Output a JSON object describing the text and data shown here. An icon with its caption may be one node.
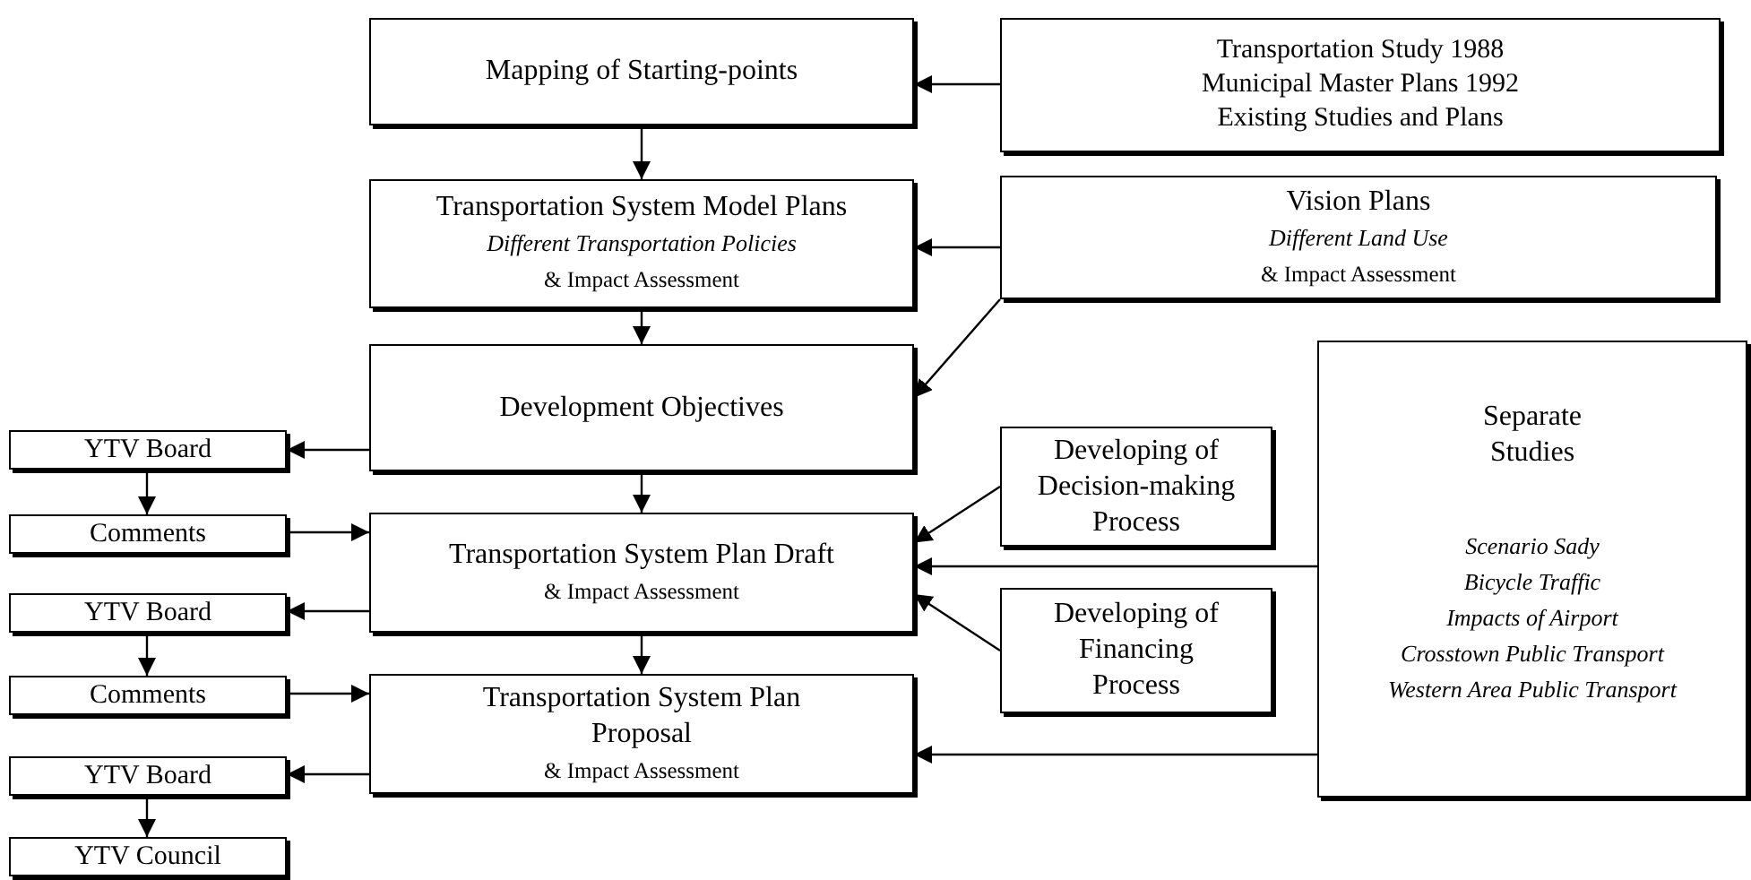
{
  "diagram": {
    "nodes": [
      {
        "text": [
          "Mapping of Starting-points"
        ]
      },
      {
        "text": [
          "Transportation Study 1988",
          "Municipal Master Plans 1992",
          "Existing Studies and Plans"
        ]
      },
      {
        "text": [
          "Transportation System Model Plans",
          "Different Transportation Policies",
          "& Impact Assessment"
        ]
      },
      {
        "text": [
          "Vision Plans",
          "Different Land Use",
          "& Impact Assessment"
        ]
      },
      {
        "text": [
          "Development Objectives"
        ]
      },
      {
        "text": [
          "Separate Studies",
          "Scenario Sady",
          "Bicycle Traffic",
          "Impacts of Airport",
          "Crosstown Public Transport",
          "Western Area Public Transport"
        ]
      },
      {
        "text": [
          "YTV Board"
        ]
      },
      {
        "text": [
          "Comments"
        ]
      },
      {
        "text": [
          "Transportation System Plan Draft",
          "& Impact Assessment"
        ]
      },
      {
        "text": [
          "Developing of Decision-making Process"
        ]
      },
      {
        "text": [
          "YTV Board"
        ]
      },
      {
        "text": [
          "Comments"
        ]
      },
      {
        "text": [
          "Transportation System Plan Proposal",
          "& Impact Assessment"
        ]
      },
      {
        "text": [
          "Developing of Financing Process"
        ]
      },
      {
        "text": [
          "YTV Board"
        ]
      },
      {
        "text": [
          "YTV Council"
        ]
      }
    ],
    "edges": [
      {
        "from": 1,
        "to": 0,
        "arrow": "to"
      },
      {
        "from": 0,
        "to": 2,
        "arrow": "to"
      },
      {
        "from": 3,
        "to": 2,
        "arrow": "to"
      },
      {
        "from": 2,
        "to": 4,
        "arrow": "to"
      },
      {
        "from": 3,
        "to": 4,
        "arrow": "to"
      },
      {
        "from": 4,
        "to": 6,
        "arrow": "to"
      },
      {
        "from": 4,
        "to": 8,
        "arrow": "to"
      },
      {
        "from": 6,
        "to": 7,
        "arrow": "to"
      },
      {
        "from": 7,
        "to": 8,
        "arrow": "to"
      },
      {
        "from": 9,
        "to": 8,
        "arrow": "to"
      },
      {
        "from": 5,
        "to": 8,
        "arrow": "to"
      },
      {
        "from": 13,
        "to": 8,
        "arrow": "to"
      },
      {
        "from": 8,
        "to": 10,
        "arrow": "to"
      },
      {
        "from": 8,
        "to": 12,
        "arrow": "to"
      },
      {
        "from": 10,
        "to": 11,
        "arrow": "to"
      },
      {
        "from": 11,
        "to": 12,
        "arrow": "to"
      },
      {
        "from": 5,
        "to": 12,
        "arrow": "to"
      },
      {
        "from": 12,
        "to": 14,
        "arrow": "to"
      },
      {
        "from": 14,
        "to": 15,
        "arrow": "to"
      }
    ]
  }
}
